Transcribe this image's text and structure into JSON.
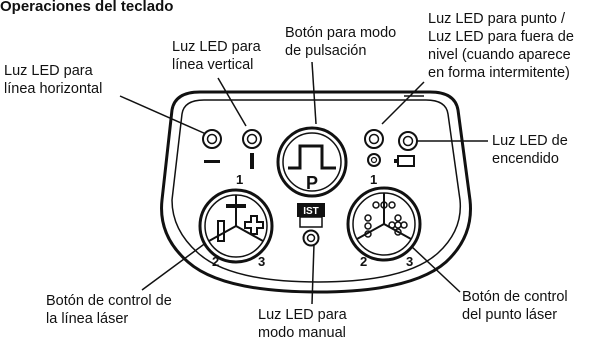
{
  "title": "Operaciones del teclado",
  "labels": {
    "led_horizontal": [
      "Luz LED para",
      "línea horizontal"
    ],
    "led_vertical": [
      "Luz LED para",
      "línea vertical"
    ],
    "pulse_button": [
      "Botón para modo",
      "de pulsación"
    ],
    "led_point": [
      "Luz LED para punto /",
      "Luz LED para fuera de",
      "nivel (cuando aparece",
      "en forma intermitente)"
    ],
    "led_power": [
      "Luz LED de",
      "encendido"
    ],
    "line_laser_button": [
      "Botón de control de",
      "la línea láser"
    ],
    "manual_led": [
      "Luz LED para",
      "modo manual"
    ],
    "point_laser_button": [
      "Botón de control",
      "del punto láser"
    ]
  },
  "keypad": {
    "led_num_left": "1",
    "led_num_right": "1",
    "pulse_letter": "P",
    "line_num_2": "2",
    "line_num_3": "3",
    "point_num_2": "2",
    "point_num_3": "3",
    "manual_tag": "IST"
  }
}
